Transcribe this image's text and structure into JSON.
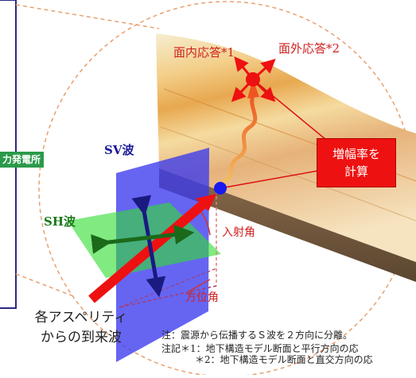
{
  "labels": {
    "in_plane": "面内応答*1",
    "out_of_plane": "面外応答*2",
    "sv_wave": "SV波",
    "sh_wave": "SH波",
    "incidence_angle": "入射角",
    "azimuth_angle": "方位角",
    "plant": "力発電所"
  },
  "amplification_box": {
    "line1": "増幅率を",
    "line2": "計算"
  },
  "arrival": {
    "line1": "各アスペリティ",
    "line2": "からの到来波"
  },
  "notes": {
    "note1": "注：震源から伝播するＳ波を２方向に分離。",
    "note2": "注記＊1：地下構造モデル断面と平行方向の応",
    "note3": "＊2：地下構造モデル断面と直交方向の応"
  },
  "colors": {
    "red": "#ee1111",
    "blue_plane": "#3a3aee",
    "green_plane": "#33dd33",
    "orange_dashed": "#e8a070",
    "panel_border": "#2a2a80"
  }
}
